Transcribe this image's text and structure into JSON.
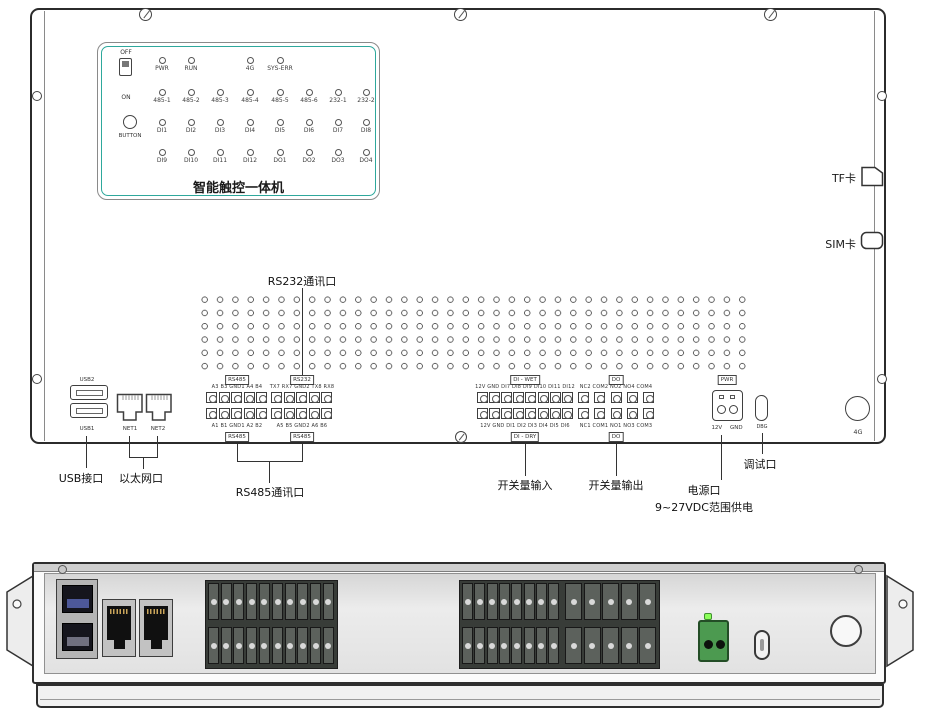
{
  "led_panel": {
    "off": "OFF",
    "on": "ON",
    "button": "BUTTON",
    "title": "智能触控一体机",
    "rows": [
      [
        {
          "label": "PWR",
          "col": 0
        },
        {
          "label": "RUN",
          "col": 1
        },
        {
          "label": "4G",
          "col": 3
        },
        {
          "label": "SYS-ERR",
          "col": 4
        }
      ],
      [
        {
          "label": "485-1",
          "col": 0
        },
        {
          "label": "485-2",
          "col": 1
        },
        {
          "label": "485-3",
          "col": 2
        },
        {
          "label": "485-4",
          "col": 3
        },
        {
          "label": "485-5",
          "col": 4
        },
        {
          "label": "485-6",
          "col": 5
        },
        {
          "label": "232-1",
          "col": 6
        },
        {
          "label": "232-2",
          "col": 7
        }
      ],
      [
        {
          "label": "DI1",
          "col": 0
        },
        {
          "label": "DI2",
          "col": 1
        },
        {
          "label": "DI3",
          "col": 2
        },
        {
          "label": "DI4",
          "col": 3
        },
        {
          "label": "DI5",
          "col": 4
        },
        {
          "label": "DI6",
          "col": 5
        },
        {
          "label": "DI7",
          "col": 6
        },
        {
          "label": "DI8",
          "col": 7
        }
      ],
      [
        {
          "label": "DI9",
          "col": 0
        },
        {
          "label": "DI10",
          "col": 1
        },
        {
          "label": "DI11",
          "col": 2
        },
        {
          "label": "DI12",
          "col": 3
        },
        {
          "label": "DO1",
          "col": 4
        },
        {
          "label": "DO2",
          "col": 5
        },
        {
          "label": "DO3",
          "col": 6
        },
        {
          "label": "DO4",
          "col": 7
        }
      ]
    ]
  },
  "cards": {
    "tf": "TF卡",
    "sim": "SIM卡"
  },
  "ports": {
    "usb_top": "USB2",
    "usb_bottom": "USB1",
    "net1": "NET1",
    "net2": "NET2",
    "rs_group": {
      "top_boxes": [
        "RS485",
        "RS232"
      ],
      "top_pins": [
        "A3 B3 GND1 A4 B4",
        "TX7 RX7 GND2 TX8 RX8"
      ],
      "bottom_pins": [
        "A1 B1 GND1 A2 B2",
        "A5 B5 GND2 A6 B6"
      ],
      "bottom_boxes": [
        "RS485",
        "RS485"
      ]
    },
    "io_group": {
      "top_boxes": [
        "DI - WET",
        "DO"
      ],
      "top_pins": [
        "12V GND DI7 DI8 DI9 DI10 DI11 DI12",
        "NC2 COM2 NO2 NO4 COM4"
      ],
      "bottom_pins": [
        "12V GND DI1 DI2 DI3 DI4 DI5 DI6",
        "NC1 COM1 NO1 NO3 COM3"
      ],
      "bottom_boxes": [
        "DI - DRY",
        "DO"
      ]
    },
    "pwr": {
      "box": "PWR",
      "pins": "12V GND"
    },
    "dbg": "DBG",
    "antenna": "4G"
  },
  "annotations": {
    "rs232": "RS232通讯口",
    "usb": "USB接口",
    "ethernet": "以太网口",
    "rs485": "RS485通讯口",
    "di_input": "开关量输入",
    "do_output": "开关量输出",
    "power_title": "电源口",
    "power_sub": "9~27VDC范围供电",
    "debug": "调试口"
  },
  "colors": {
    "accent": "#2ea89c",
    "line": "#333333"
  }
}
